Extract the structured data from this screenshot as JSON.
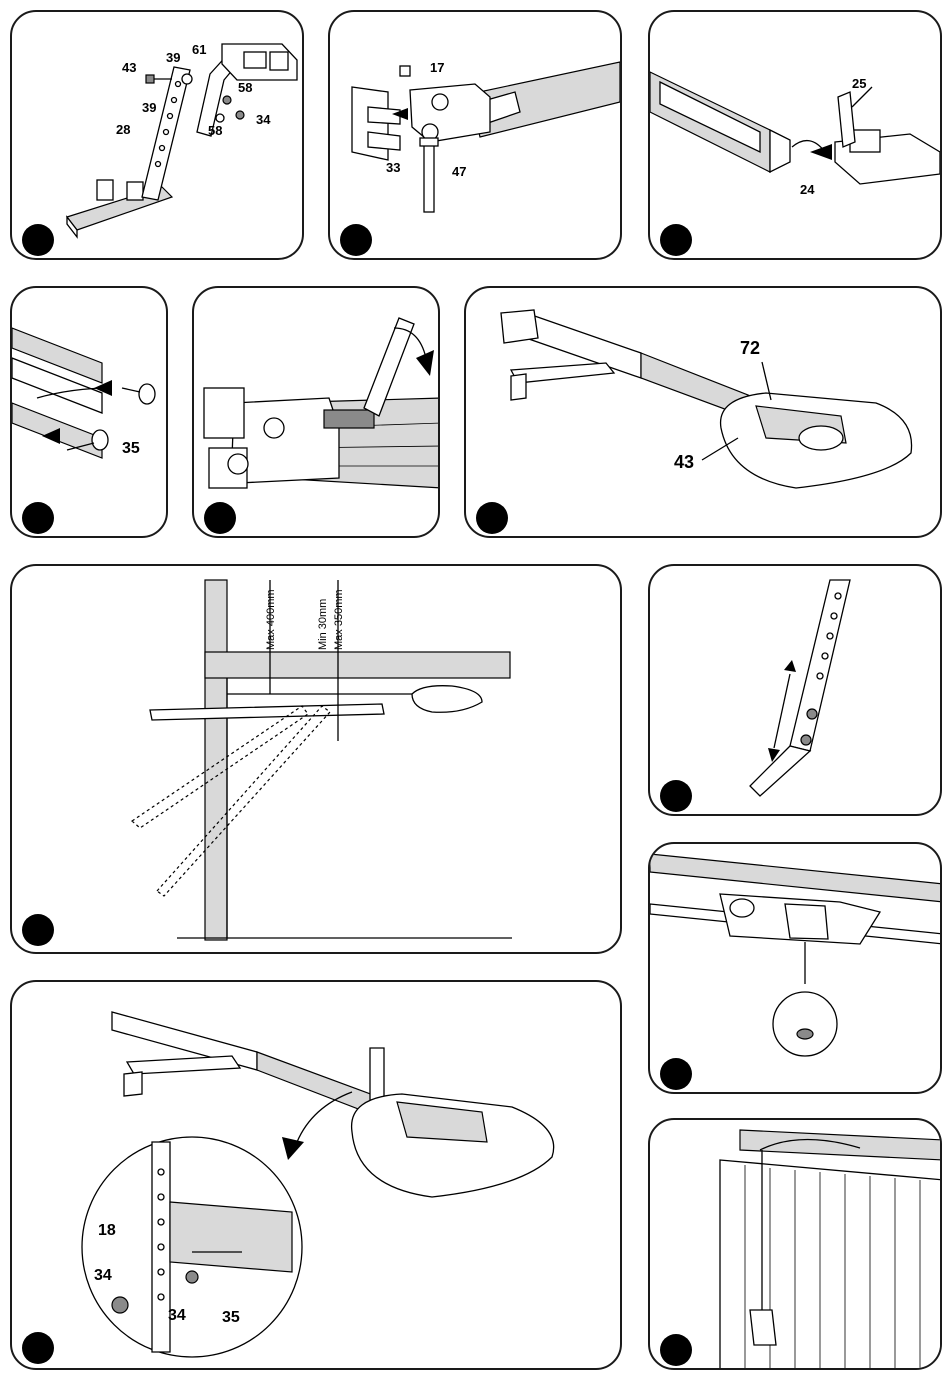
{
  "panels": {
    "p1": {
      "labels": {
        "l43": "43",
        "l39a": "39",
        "l61": "61",
        "l39b": "39",
        "l58a": "58",
        "l58b": "58",
        "l34": "34",
        "l28": "28"
      }
    },
    "p2": {
      "labels": {
        "l17": "17",
        "l33": "33",
        "l47": "47"
      }
    },
    "p3": {
      "labels": {
        "l25": "25",
        "l24": "24"
      }
    },
    "p4": {
      "labels": {
        "l35": "35"
      }
    },
    "p5": {
      "labels": {}
    },
    "p6": {
      "labels": {
        "l72": "72",
        "l43": "43"
      }
    },
    "p7": {
      "dims": {
        "max400": "Max 400mm",
        "min30": "Min 30mm",
        "max350": "Max 350mm"
      }
    },
    "p8": {
      "labels": {}
    },
    "p9": {
      "labels": {
        "l18": "18",
        "l34a": "34",
        "l34b": "34",
        "l35": "35"
      }
    },
    "p10": {
      "labels": {}
    },
    "p11": {
      "labels": {}
    }
  },
  "colors": {
    "outline": "#1a1a1a",
    "step_marker": "#000000",
    "shade": "#d9d9d9"
  }
}
